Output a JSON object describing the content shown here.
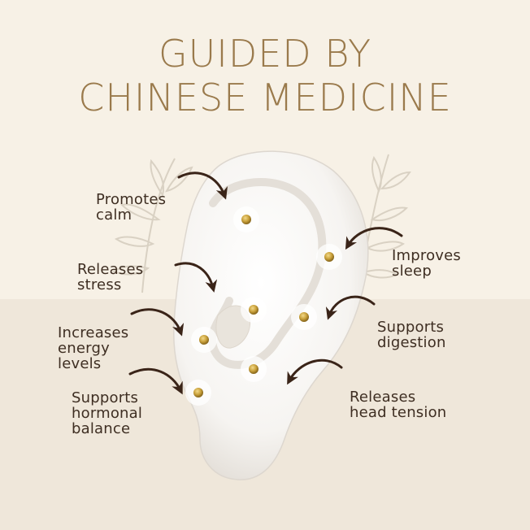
{
  "title_line1": "GUIDED BY",
  "title_line2": "CHINESE MEDICINE",
  "labels": {
    "calm": "Promotes\ncalm",
    "stress": "Releases\nstress",
    "energy": "Increases\nenergy\nlevels",
    "hormonal": "Supports\nhormonal\nbalance",
    "sleep": "Improves\nsleep",
    "digestion": "Supports\ndigestion",
    "tension": "Releases\nhead tension"
  },
  "colors": {
    "title": "#9a7a4c",
    "label": "#3e2e22",
    "arrow": "#3a2418",
    "stud": "#c9a13b",
    "background_top": "#f7f1e6",
    "background_bottom": "#efe7da"
  }
}
